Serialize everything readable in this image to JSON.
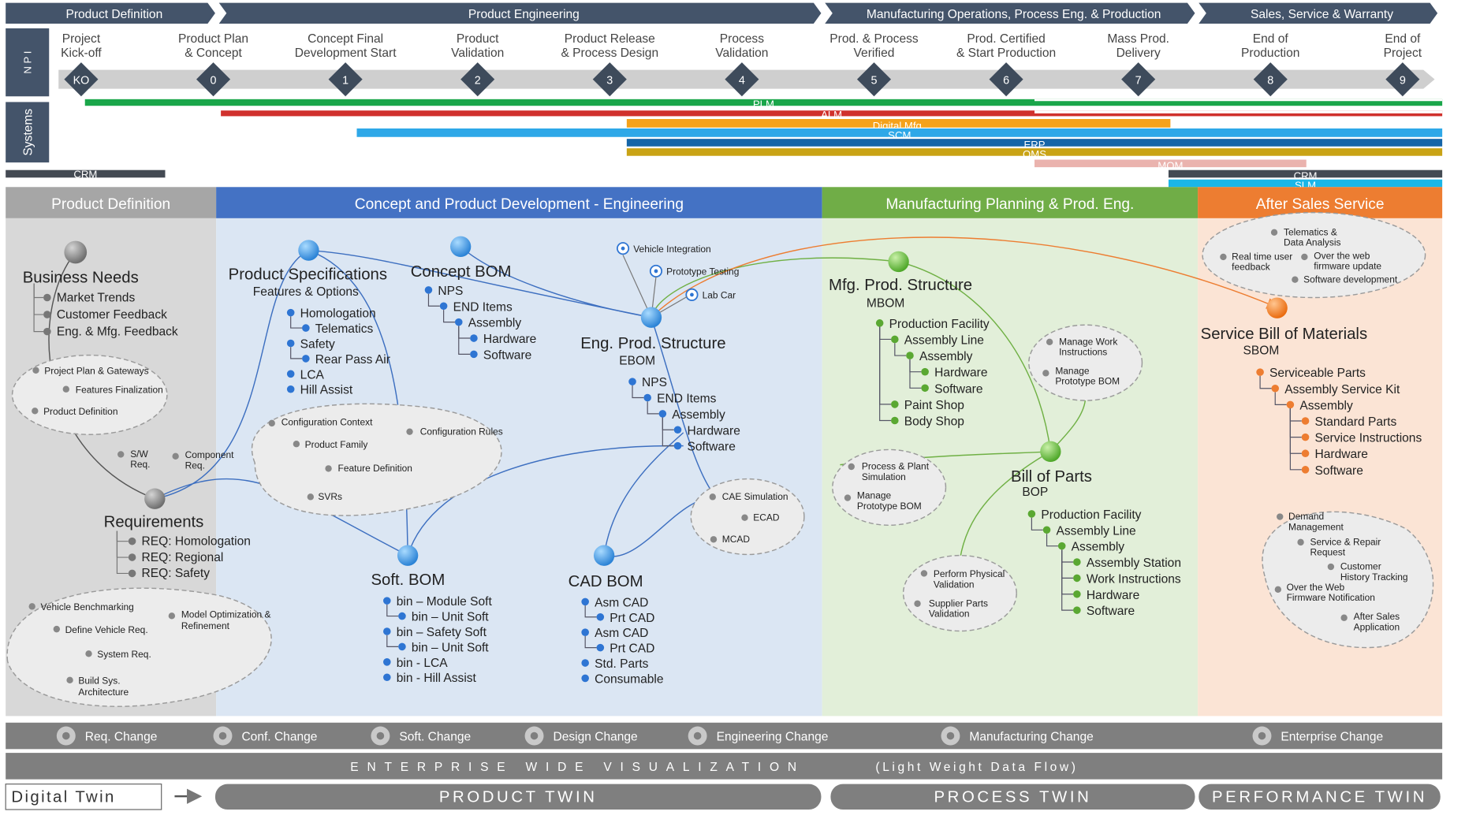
{
  "phases": [
    {
      "label": "Product Definition"
    },
    {
      "label": "Product Engineering"
    },
    {
      "label": "Manufacturing Operations, Process Eng. & Production"
    },
    {
      "label": "Sales, Service & Warranty"
    }
  ],
  "row_labels": {
    "npi": "N P I",
    "systems": "Systems"
  },
  "gates": [
    {
      "id": "KO",
      "l1": "Project",
      "l2": "Kick-off"
    },
    {
      "id": "0",
      "l1": "Product Plan",
      "l2": "& Concept"
    },
    {
      "id": "1",
      "l1": "Concept Final",
      "l2": "Development Start"
    },
    {
      "id": "2",
      "l1": "Product",
      "l2": "Validation"
    },
    {
      "id": "3",
      "l1": "Product Release",
      "l2": "& Process Design"
    },
    {
      "id": "4",
      "l1": "Process",
      "l2": "Validation"
    },
    {
      "id": "5",
      "l1": "Prod. & Process",
      "l2": "Verified"
    },
    {
      "id": "6",
      "l1": "Prod. Certified",
      "l2": "& Start Production"
    },
    {
      "id": "7",
      "l1": "Mass Prod.",
      "l2": "Delivery"
    },
    {
      "id": "8",
      "l1": "End of",
      "l2": "Production"
    },
    {
      "id": "9",
      "l1": "End of",
      "l2": "Project"
    }
  ],
  "systems": [
    {
      "label": "PLM",
      "color": "#1aa64a"
    },
    {
      "label": "ALM",
      "color": "#d0312d"
    },
    {
      "label": "Digital Mfg.",
      "color": "#f5a21b"
    },
    {
      "label": "SCM",
      "color": "#2ea8e8"
    },
    {
      "label": "ERP",
      "color": "#1565a8"
    },
    {
      "label": "QMS",
      "color": "#c9a315"
    },
    {
      "label": "MOM",
      "color": "#eab3ae"
    },
    {
      "label": "CRM",
      "color": "#444a53"
    },
    {
      "label": "CRM",
      "color": "#444a53"
    },
    {
      "label": "SLM",
      "color": "#1ab6e8"
    }
  ],
  "sections": [
    {
      "label": "Product Definition",
      "color": "#a6a6a6"
    },
    {
      "label": "Concept and Product Development - Engineering",
      "color": "#4472c4"
    },
    {
      "label": "Manufacturing Planning & Prod. Eng.",
      "color": "#70ad47"
    },
    {
      "label": "After Sales Service",
      "color": "#ed7d31"
    }
  ],
  "business_needs": {
    "title": "Business Needs",
    "items": [
      "Market Trends",
      "Customer Feedback",
      "Eng. & Mfg. Feedback"
    ]
  },
  "pd_cloud": [
    "Project Plan & Gateways",
    "Features Finalization",
    "Product Definition"
  ],
  "req_small": [
    "S/W",
    "Req.",
    "Component",
    "Req."
  ],
  "requirements": {
    "title": "Requirements",
    "items": [
      "REQ: Homologation",
      "REQ: Regional",
      "REQ: Safety"
    ]
  },
  "bench_cloud": [
    "Vehicle Benchmarking",
    "Define Vehicle Req.",
    "System Req.",
    "Build Sys.",
    "Architecture",
    "Model Optimization &",
    "Refinement"
  ],
  "product_spec": {
    "title": "Product Specifications",
    "subtitle": "Features & Options",
    "items": [
      "Homologation",
      "Telematics",
      "Safety",
      "Rear Pass Air",
      "LCA",
      "Hill Assist"
    ]
  },
  "concept_bom": {
    "title": "Concept BOM",
    "items": [
      "NPS",
      "END Items",
      "Assembly",
      "Hardware",
      "Software"
    ]
  },
  "config_cloud": [
    "Configuration Context",
    "Product Family",
    "Feature Definition",
    "SVRs",
    "Configuration Rules"
  ],
  "vehicle_cloud": [
    "Vehicle Integration",
    "Prototype Testing",
    "Lab Car"
  ],
  "eng_struct": {
    "title": "Eng. Prod. Structure",
    "subtitle": "EBOM",
    "items": [
      "NPS",
      "END Items",
      "Assembly",
      "Hardware",
      "Software"
    ]
  },
  "cae_cloud": [
    "CAE Simulation",
    "ECAD",
    "MCAD"
  ],
  "soft_bom": {
    "title": "Soft. BOM",
    "items": [
      "bin – Module Soft",
      "bin – Unit Soft",
      "bin – Safety Soft",
      "bin – Unit Soft",
      "bin - LCA",
      "bin - Hill Assist"
    ]
  },
  "cad_bom": {
    "title": "CAD BOM",
    "items": [
      "Asm CAD",
      "Prt CAD",
      "Asm CAD",
      "Prt CAD",
      "Std. Parts",
      "Consumable"
    ]
  },
  "mfg_struct": {
    "title": "Mfg. Prod. Structure",
    "subtitle": "MBOM",
    "items": [
      "Production Facility",
      "Assembly Line",
      "Assembly",
      "Hardware",
      "Software",
      "Paint Shop",
      "Body Shop"
    ]
  },
  "work_cloud": [
    "Manage Work",
    "Instructions",
    "Manage",
    "Prototype BOM"
  ],
  "plant_cloud": [
    "Process & Plant",
    "Simulation",
    "Manage",
    "Prototype BOM"
  ],
  "bop": {
    "title": "Bill of Parts",
    "subtitle": "BOP",
    "items": [
      "Production Facility",
      "Assembly Line",
      "Assembly",
      "Assembly Station",
      "Work Instructions",
      "Hardware",
      "Software"
    ]
  },
  "phys_cloud": [
    "Perform Physical",
    "Validation",
    "Supplier Parts",
    "Validation"
  ],
  "telematics_cloud": [
    "Telematics &",
    "Data Analysis",
    "Real time user",
    "feedback",
    "Over the web",
    "firmware update",
    "Software development"
  ],
  "sbom": {
    "title": "Service Bill of Materials",
    "subtitle": "SBOM",
    "items": [
      "Serviceable Parts",
      "Assembly Service Kit",
      "Assembly",
      "Standard Parts",
      "Service Instructions",
      "Hardware",
      "Software"
    ]
  },
  "demand_cloud": [
    "Demand",
    "Management",
    "Service & Repair",
    "Request",
    "Customer",
    "History Tracking",
    "Over the Web",
    "Firmware Notification",
    "After Sales",
    "Application"
  ],
  "changes": [
    "Req. Change",
    "Conf. Change",
    "Soft. Change",
    "Design Change",
    "Engineering Change",
    "Manufacturing Change",
    "Enterprise Change"
  ],
  "enterprise": {
    "left": "ENTERPRISE WIDE VISUALIZATION",
    "right": "(Light Weight Data Flow)"
  },
  "twins": {
    "digital": "Digital Twin",
    "product": "PRODUCT TWIN",
    "process": "PROCESS TWIN",
    "performance": "PERFORMANCE TWIN"
  },
  "colors": {
    "phase_bar": "#44546a",
    "gate": "#3e4b5b",
    "pd_bg": "#d8d8d8",
    "eng_bg": "#dbe6f3",
    "mfg_bg": "#e2efd9",
    "as_bg": "#fbe4d5",
    "gray_bar": "#7f7f7f"
  }
}
